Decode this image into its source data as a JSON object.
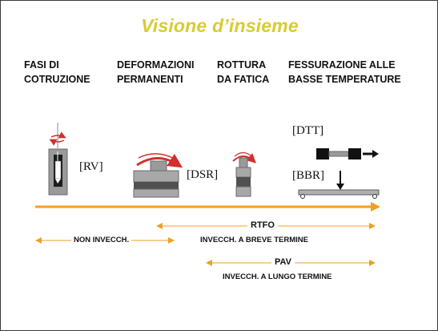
{
  "slide": {
    "title": "Visione d’insieme"
  },
  "phases": {
    "construction": {
      "line1": "FASI DI",
      "line2": "COTRUZIONE"
    },
    "deformation": {
      "line1": "DEFORMAZIONI",
      "line2": "PERMANENTI"
    },
    "fatigue": {
      "line1": "ROTTURA",
      "line2": "DA FATICA"
    },
    "cracking": {
      "line1": "FESSURAZIONE ALLE",
      "line2": "BASSE TEMPERATURE"
    }
  },
  "tests": {
    "rv": "[RV]",
    "dsr": "[DSR]",
    "dtt": "[DTT]",
    "bbr": "[BBR]"
  },
  "aging": {
    "unaged": "NON INVECCH.",
    "rtfo_name": "RTFO",
    "rtfo_desc": "INVECCH. A BREVE TERMINE",
    "pav_name": "PAV",
    "pav_desc": "INVECCH. A LUNGO TERMINE"
  },
  "colors": {
    "title": "#d8cc2e",
    "arrow": "#f0a020",
    "rotation": "#d03030",
    "equipment": "#9a9a9a",
    "text": "#111111"
  },
  "icons": {
    "rv": "rotational-viscometer-icon",
    "dsr_large": "dynamic-shear-rheometer-icon",
    "dsr_small": "dynamic-shear-rheometer-small-icon",
    "dtt": "direct-tension-tester-icon",
    "bbr": "bending-beam-rheometer-icon"
  }
}
